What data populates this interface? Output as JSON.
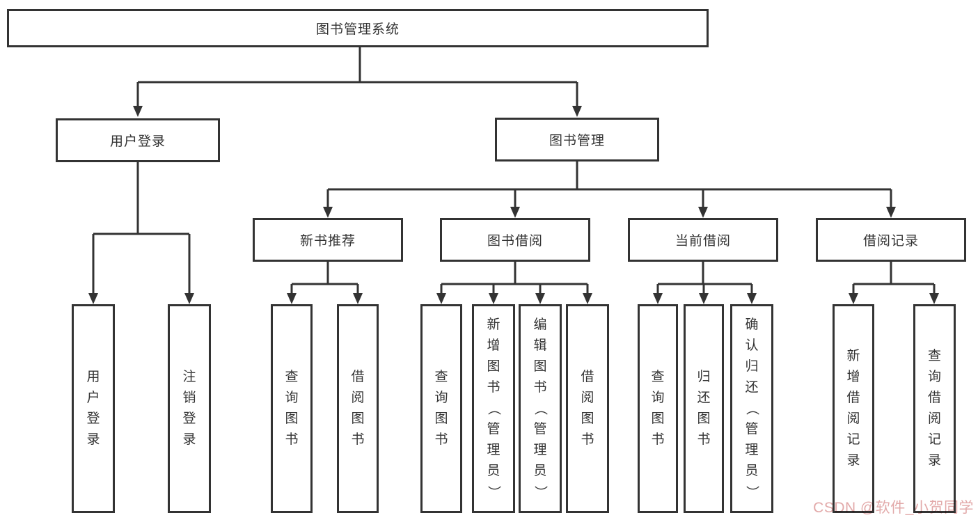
{
  "colors": {
    "line": "#333333",
    "box_border": "#333333",
    "box_background": "#ffffff",
    "text": "#333333",
    "watermark": "#d98c8c"
  },
  "watermark": {
    "text": "CSDN @软件_小贺同学"
  },
  "tree": {
    "label": "图书管理系统",
    "children": [
      {
        "label": "用户登录",
        "children": [
          {
            "label": "用户登录"
          },
          {
            "label": "注销登录"
          }
        ]
      },
      {
        "label": "图书管理",
        "children": [
          {
            "label": "新书推荐",
            "children": [
              {
                "label": "查询图书"
              },
              {
                "label": "借阅图书"
              }
            ]
          },
          {
            "label": "图书借阅",
            "children": [
              {
                "label": "查询图书"
              },
              {
                "label": "新增图书（管理员）"
              },
              {
                "label": "编辑图书（管理员）"
              },
              {
                "label": "借阅图书"
              }
            ]
          },
          {
            "label": "当前借阅",
            "children": [
              {
                "label": "查询图书"
              },
              {
                "label": "归还图书"
              },
              {
                "label": "确认归还（管理员）"
              }
            ]
          },
          {
            "label": "借阅记录",
            "children": [
              {
                "label": "新增借阅记录"
              },
              {
                "label": "查询借阅记录"
              }
            ]
          }
        ]
      }
    ]
  }
}
